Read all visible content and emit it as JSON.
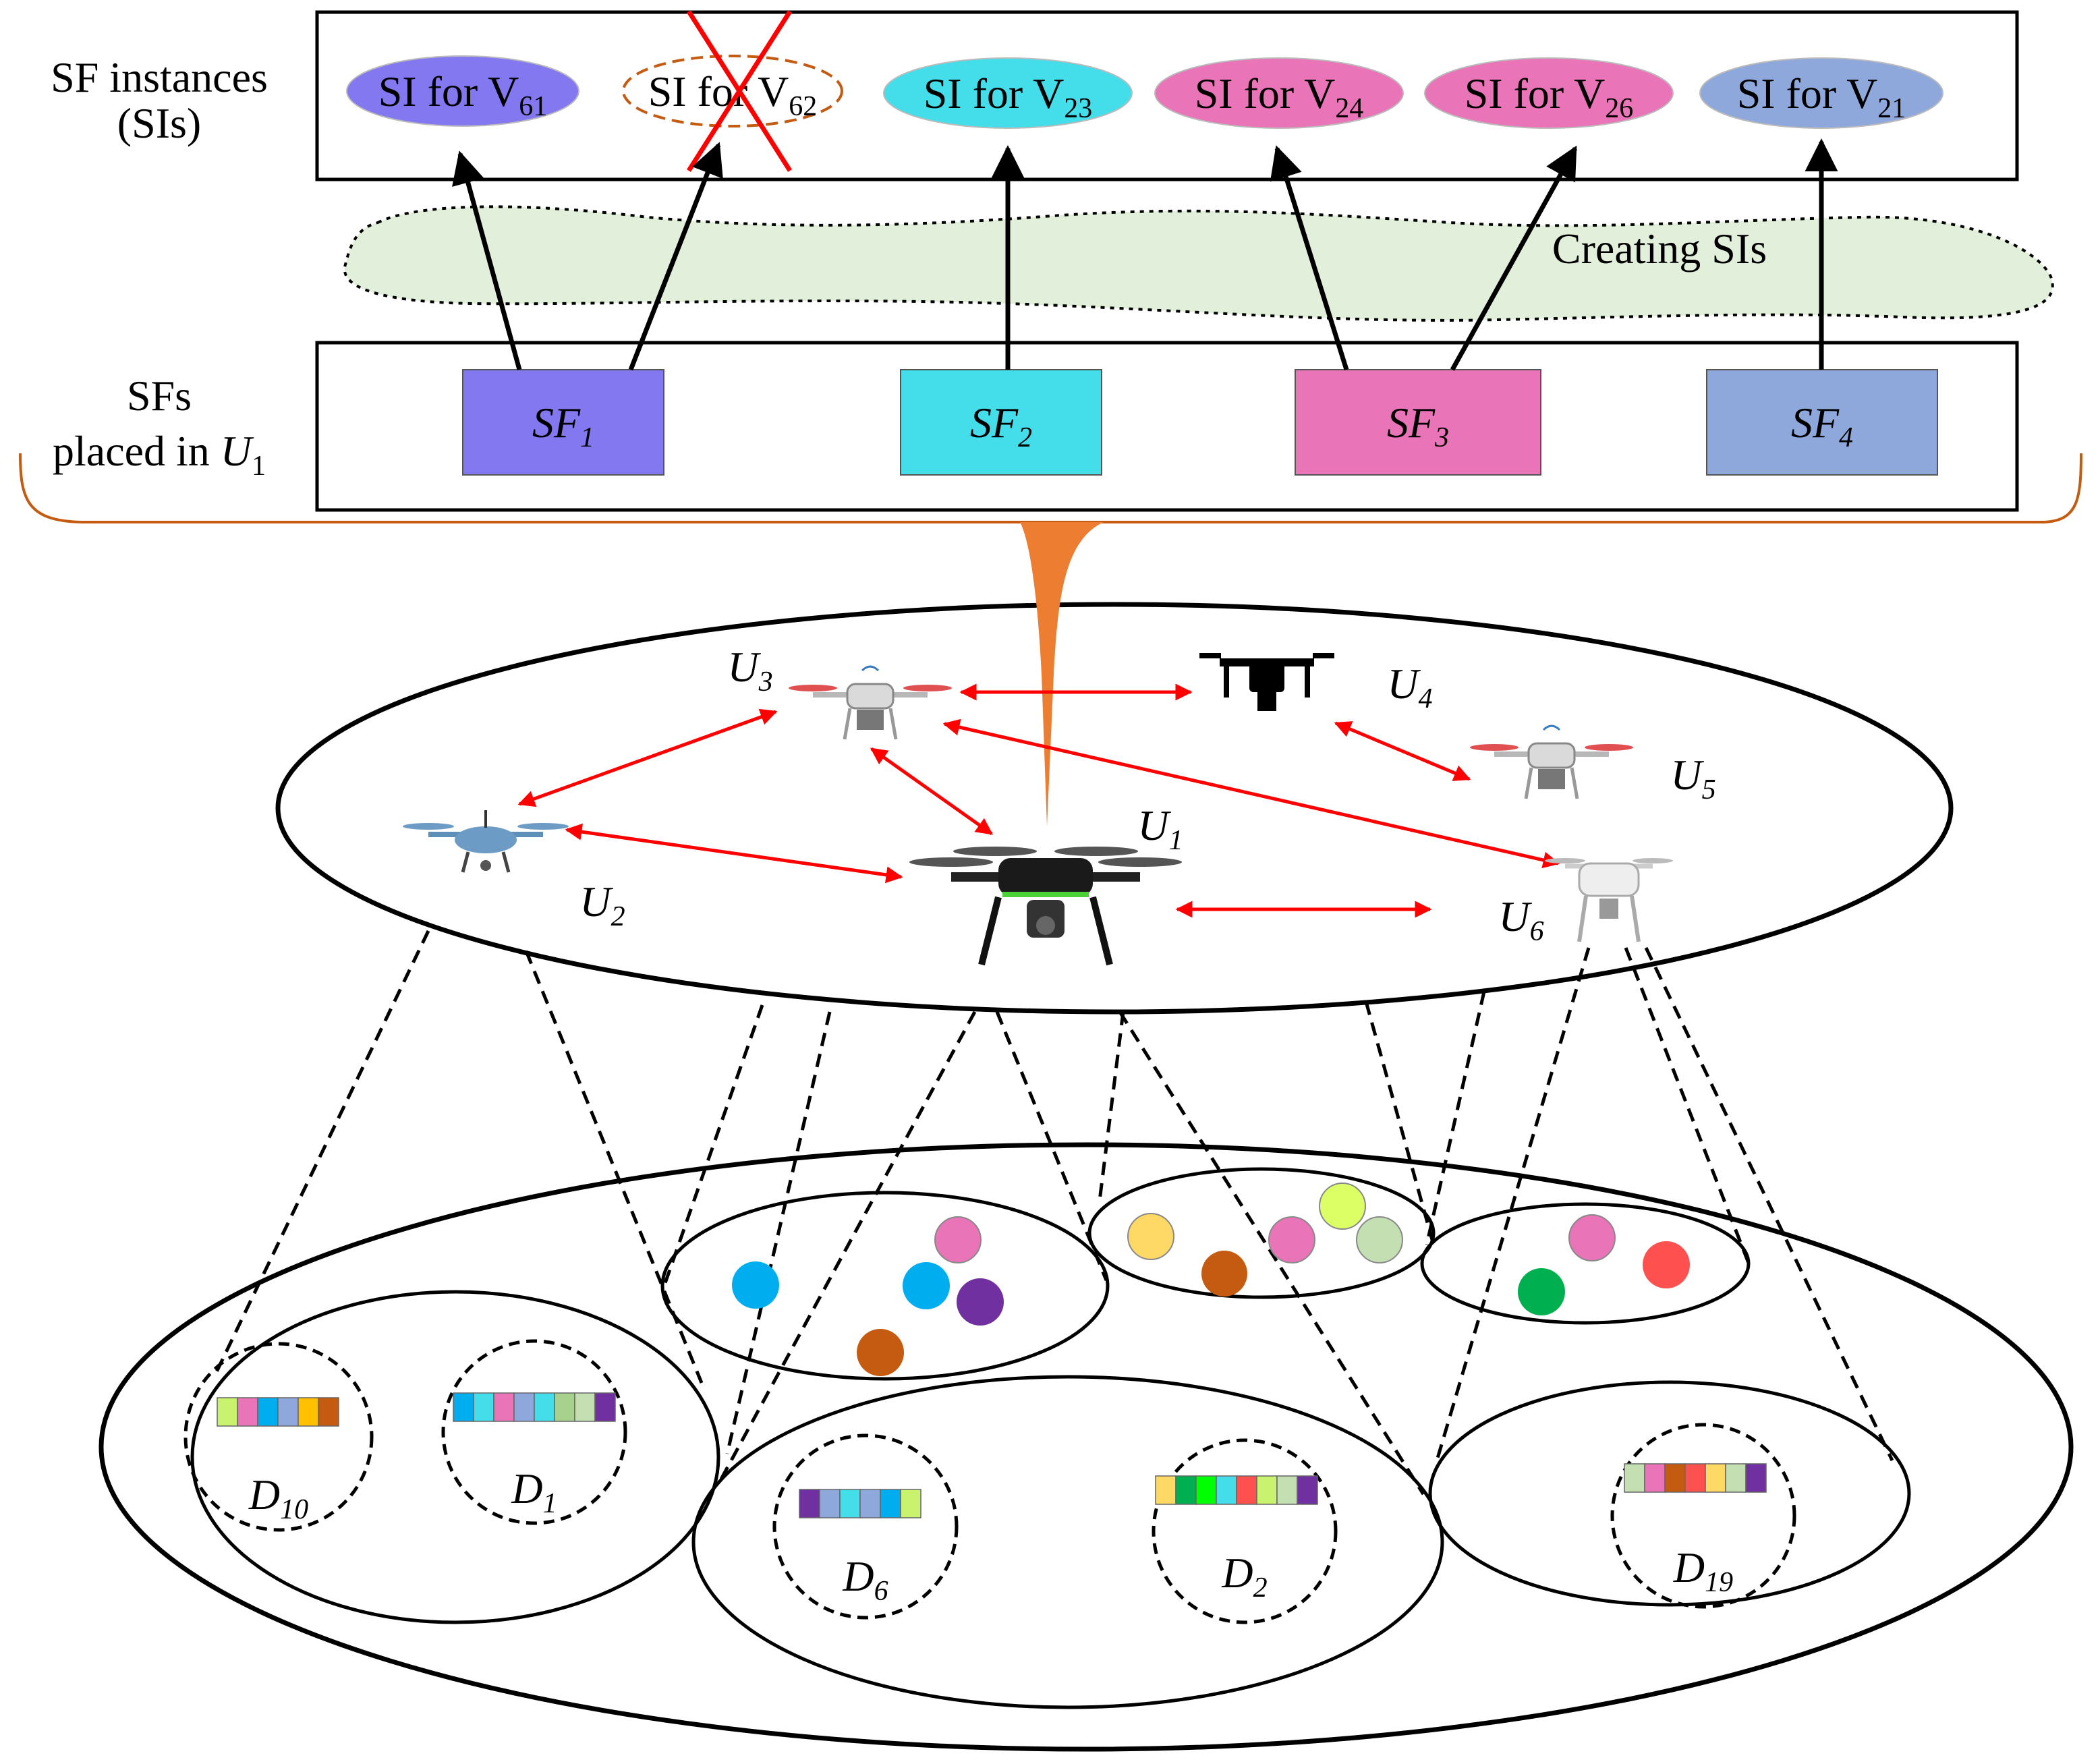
{
  "labels": {
    "si_row_line1": "SF instances",
    "si_row_line2": "(SIs)",
    "sf_row_line1": "SFs",
    "sf_row_line2": "placed in ",
    "sf_row_var": "U",
    "sf_row_sub": "1",
    "creating": "Creating SIs"
  },
  "sis": [
    {
      "text": "SI for V",
      "sub": "61",
      "color": "#8478F0",
      "crossed": false
    },
    {
      "text": "SI for V",
      "sub": "62",
      "color": "#FFFFFF",
      "crossed": true
    },
    {
      "text": "SI for V",
      "sub": "23",
      "color": "#44DDEA",
      "crossed": false
    },
    {
      "text": "SI for V",
      "sub": "24",
      "color": "#E974B7",
      "crossed": false
    },
    {
      "text": "SI for V",
      "sub": "26",
      "color": "#E974B7",
      "crossed": false
    },
    {
      "text": "SI for V",
      "sub": "21",
      "color": "#8FA8DB",
      "crossed": false
    }
  ],
  "sfs": [
    {
      "text": "SF",
      "sub": "1",
      "color": "#8478F0"
    },
    {
      "text": "SF",
      "sub": "2",
      "color": "#44DDEA"
    },
    {
      "text": "SF",
      "sub": "3",
      "color": "#E974B7"
    },
    {
      "text": "SF",
      "sub": "4",
      "color": "#8FA8DB"
    }
  ],
  "uavs": [
    {
      "name": "U",
      "sub": "1"
    },
    {
      "name": "U",
      "sub": "2"
    },
    {
      "name": "U",
      "sub": "3"
    },
    {
      "name": "U",
      "sub": "4"
    },
    {
      "name": "U",
      "sub": "5"
    },
    {
      "name": "U",
      "sub": "6"
    }
  ],
  "devices": [
    {
      "name": "D",
      "sub": "10",
      "colors": [
        "#C9F26E",
        "#E974B7",
        "#00AEEF",
        "#8FA8DB",
        "#FFC000",
        "#C55A11"
      ]
    },
    {
      "name": "D",
      "sub": "1",
      "colors": [
        "#00AEEF",
        "#44DDEA",
        "#E974B7",
        "#8FA8DB",
        "#44DDEA",
        "#A9D18E",
        "#C4E0B2",
        "#7030A0"
      ]
    },
    {
      "name": "D",
      "sub": "6",
      "colors": [
        "#7030A0",
        "#8FA8DB",
        "#44DDEA",
        "#8FA8DB",
        "#00AEEF",
        "#C9F26E"
      ]
    },
    {
      "name": "D",
      "sub": "2",
      "colors": [
        "#FFD966",
        "#00B050",
        "#00FF00",
        "#44DDEA",
        "#FF5050",
        "#C9F26E",
        "#C4E0B2",
        "#7030A0"
      ]
    },
    {
      "name": "D",
      "sub": "19",
      "colors": [
        "#C4E0B2",
        "#E974B7",
        "#C55A11",
        "#FF5050",
        "#FFD966",
        "#C4E0B2",
        "#7030A0"
      ]
    }
  ],
  "colors": {
    "link": "#FF0000",
    "creating_fill": "#E2EFDA",
    "brace": "#C55A11",
    "funnel": "#ED7D31",
    "cross": "#FF0000"
  }
}
